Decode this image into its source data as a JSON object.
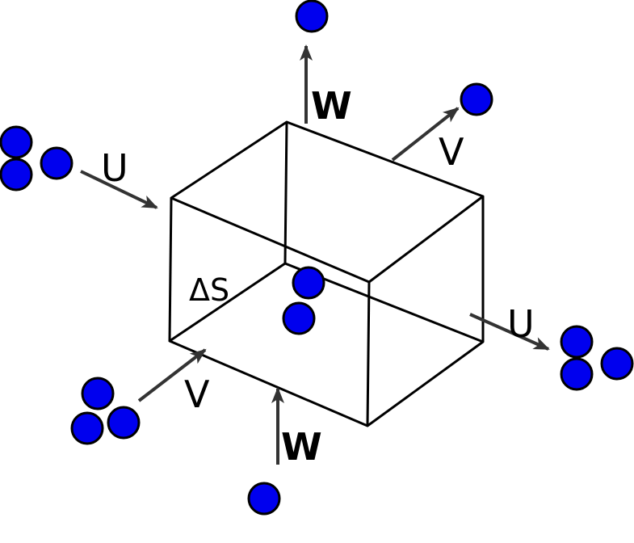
{
  "labels": {
    "w_top": "W",
    "u_left": "U",
    "v_top": "V",
    "delta_s": "ΔS",
    "u_right": "U",
    "v_bottom": "V",
    "w_bottom": "W"
  },
  "colors": {
    "particle_fill": "#0000ee",
    "arrow": "#333333",
    "edge": "#000000"
  }
}
